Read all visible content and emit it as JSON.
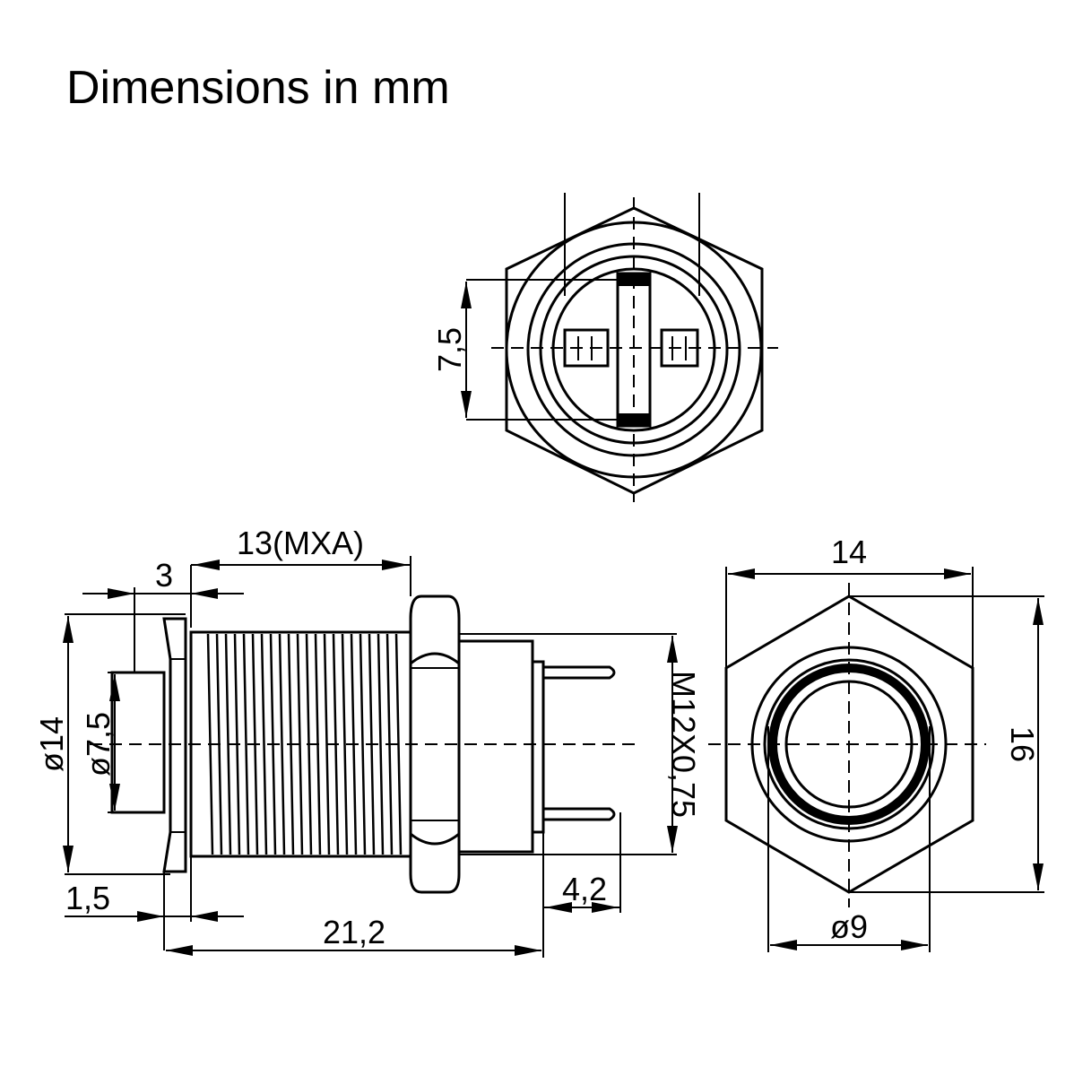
{
  "title": "Dimensions in mm",
  "dimensions": {
    "top_terminal_spacing": "7,5",
    "thread_length": "13(MXA)",
    "bezel_depth": "3",
    "head_diameter": "ø14",
    "button_diameter": "ø7,5",
    "bezel_thickness": "1,5",
    "overall_length": "21,2",
    "terminal_length": "4,2",
    "thread_spec": "M12X0,75",
    "nut_width": "14",
    "nut_height": "16",
    "front_button_diameter": "ø9"
  }
}
